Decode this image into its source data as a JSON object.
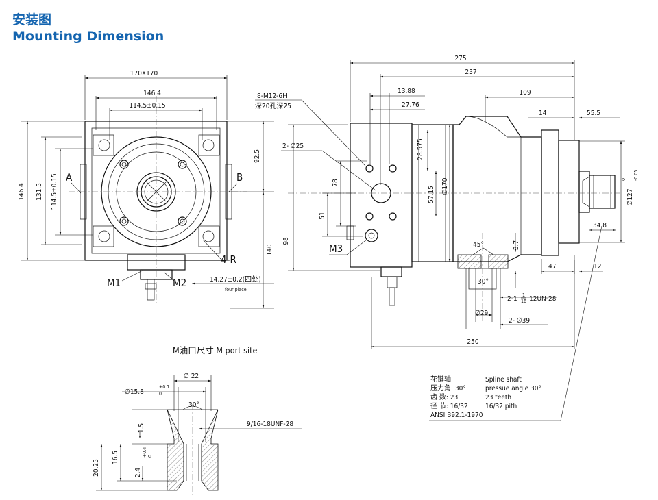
{
  "header": {
    "title_cn": "安装图",
    "title_en": "Mounting Dimension"
  },
  "front_view": {
    "d_170x170": "170X170",
    "d_146_4_top": "146.4",
    "d_114_5_top": "114.5±0.15",
    "d_146_4_left": "146.4",
    "d_131_5": "131.5",
    "d_114_5_left": "114.5±0.15",
    "d_92_5": "92.5",
    "d_140": "140",
    "label_a": "A",
    "label_b": "B",
    "label_4r": "4-R",
    "label_m1": "M1",
    "label_m2": "M2",
    "d_14_27": "14.27±0.2(四处)",
    "d_four_place": "four place"
  },
  "side_view": {
    "d_8_m12": "8-M12-6H",
    "d_depth": "深20孔深25",
    "d_2_25": "2- ∅25",
    "d_13_88": "13.88",
    "d_27_76": "27.76",
    "d_28_575": "28.575",
    "d_57_15": "57.15",
    "d_78": "78",
    "d_51": "51",
    "d_98": "98",
    "d_170": "∅170",
    "d_275": "275",
    "d_237": "237",
    "d_109": "109",
    "d_14": "14",
    "d_55_5": "55.5",
    "d_127": "∅127",
    "d_127_tol_up": "0",
    "d_127_tol_dn": "-0.05",
    "d_34_8": "34.8",
    "d_47": "47",
    "d_12": "12",
    "d_45": "45°",
    "d_3_7": "3.7",
    "d_30": "30°",
    "d_2_1_16": "2-1",
    "d_frac_num": "1",
    "d_frac_den": "16",
    "d_12un": "12UN-28",
    "d_29": "∅29",
    "d_2_39": "2- ∅39",
    "d_250": "250",
    "label_m3": "M3"
  },
  "port_detail": {
    "title": "M油口尺寸   M port site",
    "d_22": "∅ 22",
    "d_15_8": "∅15.8",
    "d_15_8_tol_up": "+0.1",
    "d_15_8_tol_dn": "0",
    "d_30": "30°",
    "d_1_5": "1.5",
    "d_thread": "9/16-18UNF-28",
    "d_16_5": "16.5",
    "d_20_25": "20.25",
    "d_2_4": "2.4",
    "d_2_4_tol_up": "+0.4",
    "d_2_4_tol_dn": "0"
  },
  "spline_note": {
    "rows": [
      {
        "cn": "花键轴",
        "en": "Spline shaft"
      },
      {
        "cn": "压力角: 30°",
        "en": "pressue angle 30°"
      },
      {
        "cn": "齿  数: 23",
        "en": "23 teeth"
      },
      {
        "cn": "径  节: 16/32",
        "en": "16/32 pith"
      }
    ],
    "standard": "ANSI B92.1-1970"
  }
}
